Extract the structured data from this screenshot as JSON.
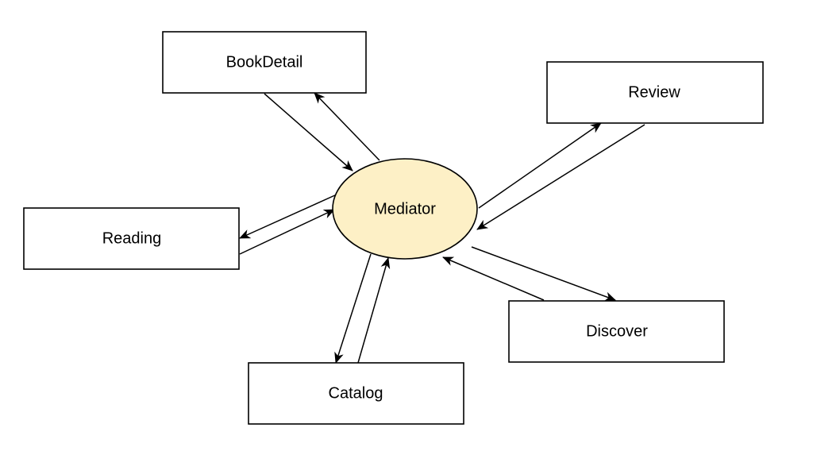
{
  "diagram": {
    "center": {
      "label": "Mediator",
      "fill": "#fdf0c6"
    },
    "nodes": {
      "bookdetail": "BookDetail",
      "review": "Review",
      "reading": "Reading",
      "discover": "Discover",
      "catalog": "Catalog"
    }
  }
}
